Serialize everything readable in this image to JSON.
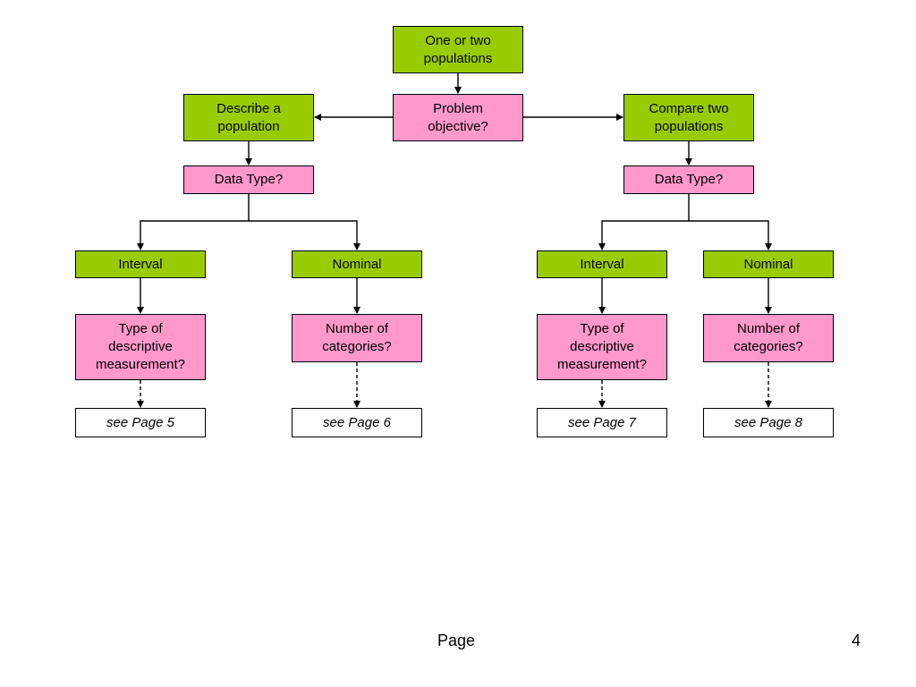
{
  "colors": {
    "outcome_fill": "#99cc00",
    "question_fill": "#ff99cc",
    "reference_fill": "#ffffff",
    "line": "#000000"
  },
  "nodes": {
    "root": "One or two\npopulations",
    "objective": "Problem\nobjective?",
    "describe": "Describe a\npopulation",
    "compare": "Compare two\npopulations",
    "left_datatype": "Data Type?",
    "right_datatype": "Data Type?",
    "left_interval": "Interval",
    "left_nominal": "Nominal",
    "right_interval": "Interval",
    "right_nominal": "Nominal",
    "left_interval_q": "Type of\ndescriptive\nmeasurement?",
    "left_nominal_q": "Number of\ncategories?",
    "right_interval_q": "Type of\ndescriptive\nmeasurement?",
    "right_nominal_q": "Number of\ncategories?",
    "ref_page5": "see Page 5",
    "ref_page6": "see Page 6",
    "ref_page7": "see Page 7",
    "ref_page8": "see Page 8"
  },
  "footer": {
    "label": "Page",
    "number": "4"
  }
}
